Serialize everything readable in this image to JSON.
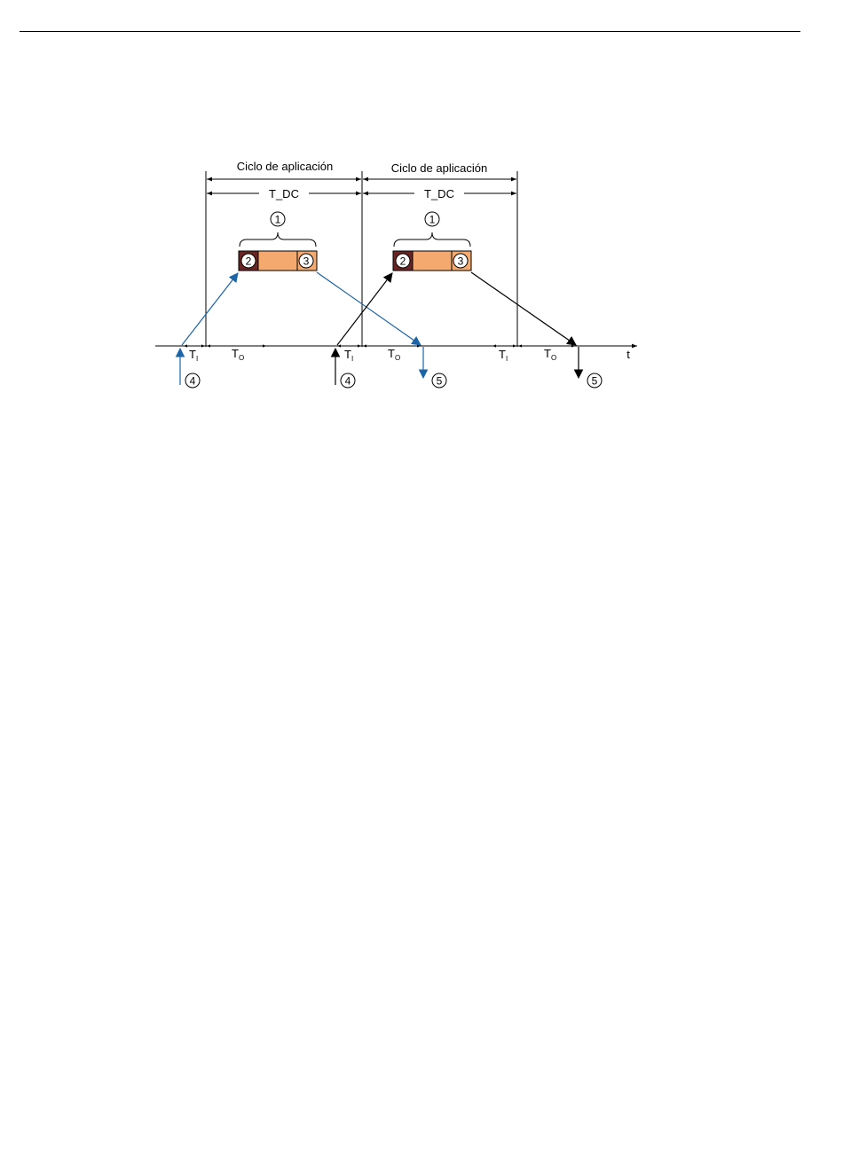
{
  "cycles": [
    {
      "title": "Ciclo de aplicación",
      "period": "T_DC"
    },
    {
      "title": "Ciclo de aplicación",
      "period": "T_DC"
    }
  ],
  "markers": {
    "task": "1",
    "read": "2",
    "write": "3",
    "input": "4",
    "output": "5"
  },
  "timeline": {
    "ti_main": "T",
    "ti_sub": "I",
    "to_main": "T",
    "to_sub": "O",
    "axis_label": "t"
  },
  "colors": {
    "box_fill": "#F4AA6E",
    "box_end": "#6B2424",
    "blue": "#1B64A8",
    "black": "#000000"
  }
}
